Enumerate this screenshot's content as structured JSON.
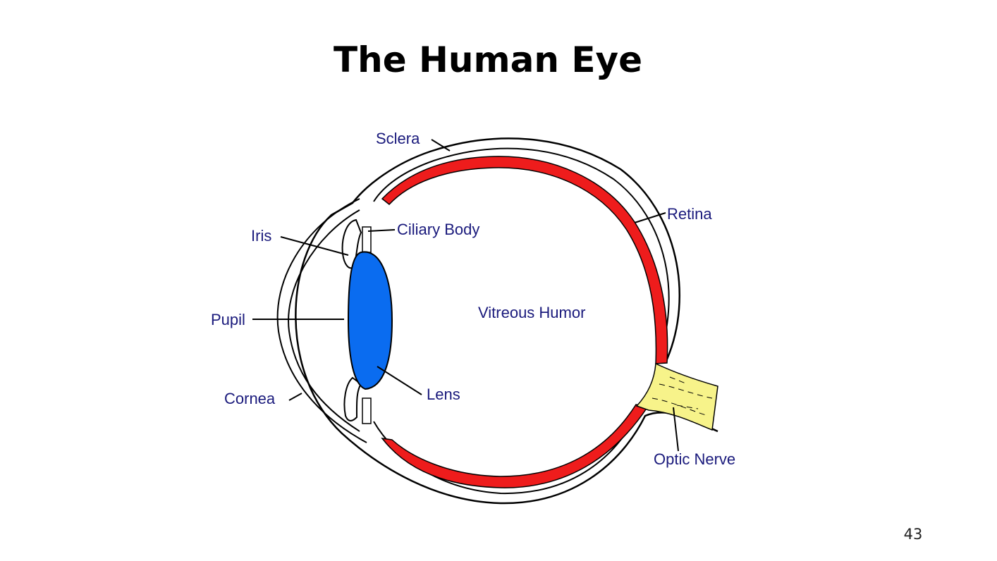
{
  "slide": {
    "title": "The Human Eye",
    "page_number": "43"
  },
  "diagram": {
    "labels": {
      "sclera": "Sclera",
      "retina": "Retina",
      "ciliary_body": "Ciliary Body",
      "iris": "Iris",
      "pupil": "Pupil",
      "vitreous_humor": "Vitreous Humor",
      "cornea": "Cornea",
      "lens": "Lens",
      "optic_nerve": "Optic Nerve"
    },
    "colors": {
      "label_text": "#1a1a7c",
      "retina": "#ee1c1c",
      "lens": "#0a6cf0",
      "optic_nerve": "#f7f38a",
      "outline": "#000000"
    }
  }
}
